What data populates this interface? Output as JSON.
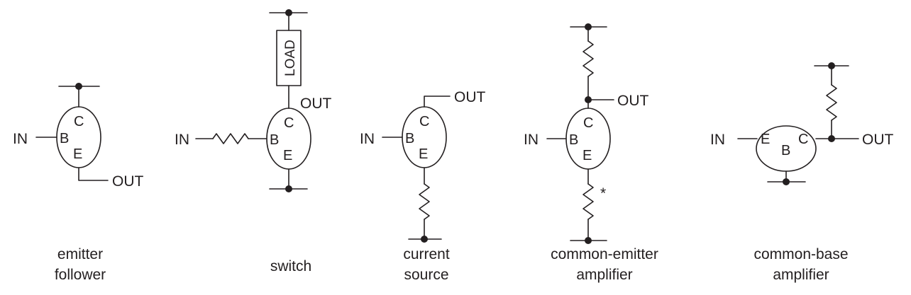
{
  "pins": {
    "base": "B",
    "collector": "C",
    "emitter": "E"
  },
  "io": {
    "input": "IN",
    "output": "OUT"
  },
  "load_label": "LOAD",
  "asterisk": "*",
  "captions": {
    "emitter_follower": [
      "emitter",
      "follower"
    ],
    "switch": [
      "switch"
    ],
    "current_source": [
      "current",
      "source"
    ],
    "common_emitter": [
      "common-emitter",
      "amplifier"
    ],
    "common_base": [
      "common-base",
      "amplifier"
    ]
  },
  "colors": {
    "ink": "#231f20",
    "background": "#ffffff"
  }
}
